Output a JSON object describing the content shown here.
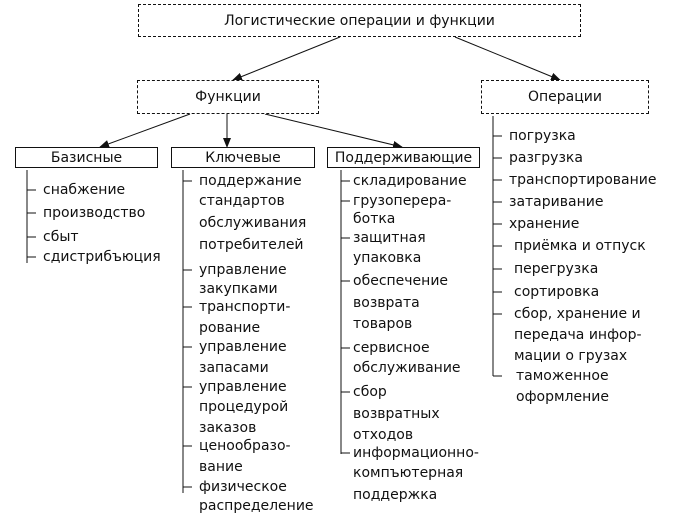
{
  "root": {
    "title": "Логистические операции и функции"
  },
  "functions": {
    "title": "Функции",
    "basic": {
      "title": "Базисные",
      "items": [
        "снабжение",
        "производство",
        "сбыт",
        "сдистрибъюция"
      ]
    },
    "key": {
      "title": "Ключевые",
      "items": [
        [
          "поддержание",
          "стандартов",
          "обслуживания",
          "потребителей"
        ],
        [
          "управление",
          "закупками"
        ],
        [
          "транспорти-",
          "рование"
        ],
        [
          "управление",
          "запасами"
        ],
        [
          "управление",
          "процедурой",
          "заказов"
        ],
        [
          "ценообразо-",
          "вание"
        ],
        [
          "физическое",
          "распределение"
        ]
      ]
    },
    "supporting": {
      "title": "Поддерживающие",
      "items": [
        [
          "складирование"
        ],
        [
          "грузоперера-",
          "ботка"
        ],
        [
          "защитная",
          "упаковка"
        ],
        [
          "обеспечение",
          "возврата",
          "товаров"
        ],
        [
          "сервисное",
          "обслуживание"
        ],
        [
          "сбор",
          "возвратных",
          "отходов"
        ],
        [
          "информационно-",
          "компъютерная",
          "поддержка"
        ]
      ]
    }
  },
  "operations": {
    "title": "Операции",
    "items": [
      [
        "погрузка"
      ],
      [
        "разгрузка"
      ],
      [
        "транспортирование"
      ],
      [
        "затаривание"
      ],
      [
        "хранение"
      ],
      [
        "приёмка и отпуск"
      ],
      [
        "перегрузка"
      ],
      [
        "сортировка"
      ],
      [
        "сбор, хранение и",
        "передача инфор-",
        "мации о грузах"
      ],
      [
        "таможенное",
        "оформление"
      ]
    ]
  }
}
